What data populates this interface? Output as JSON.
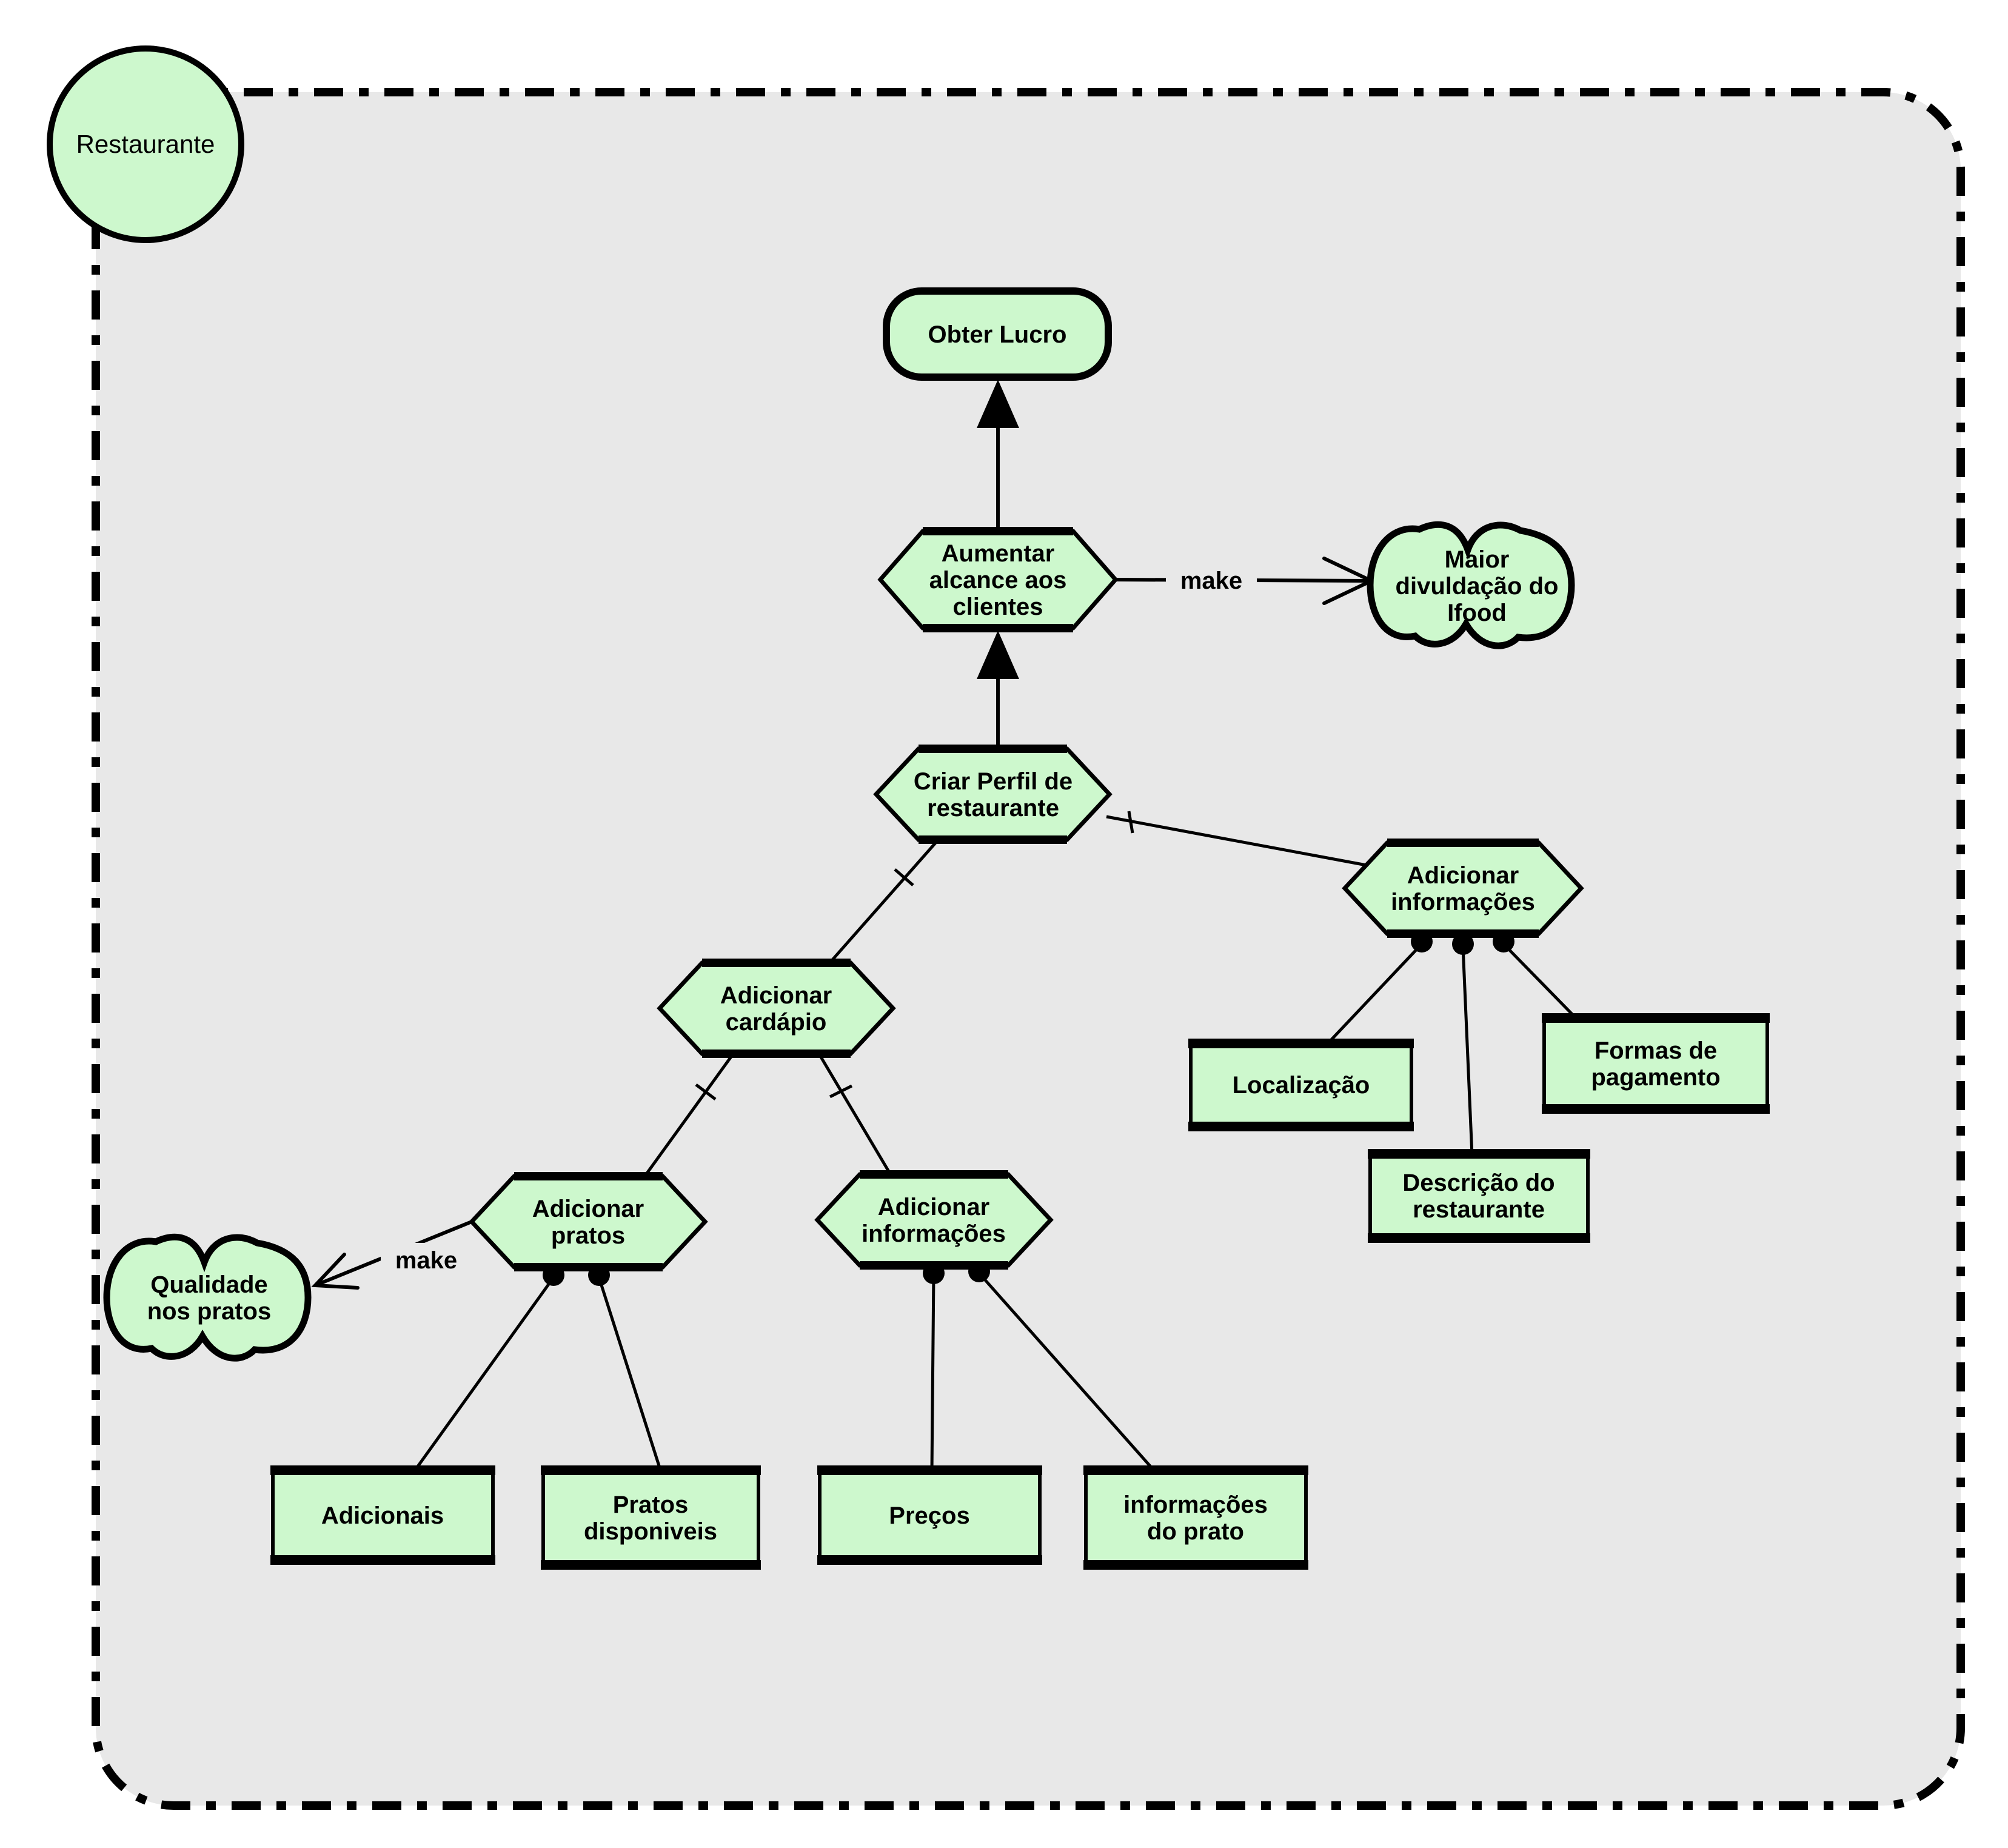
{
  "diagram": {
    "colors": {
      "node_fill": "#cdf8cd",
      "boundary_fill": "#e8e8e8",
      "line": "#000000"
    },
    "actor": {
      "label": "Restaurante"
    },
    "nodes": {
      "obter_lucro": {
        "label": "Obter Lucro"
      },
      "aumentar_alcance": {
        "line1": "Aumentar",
        "line2": "alcance aos",
        "line3": "clientes"
      },
      "maior_divulgacao": {
        "line1": "Maior",
        "line2": "divuldação do",
        "line3": "Ifood"
      },
      "criar_perfil": {
        "line1": "Criar Perfil de",
        "line2": "restaurante"
      },
      "adicionar_informacoes_perfil": {
        "line1": "Adicionar",
        "line2": "informações"
      },
      "localizacao": {
        "label": "Localização"
      },
      "formas_pagamento": {
        "line1": "Formas de",
        "line2": "pagamento"
      },
      "descricao_restaurante": {
        "line1": "Descrição do",
        "line2": "restaurante"
      },
      "adicionar_cardapio": {
        "line1": "Adicionar",
        "line2": "cardápio"
      },
      "adicionar_pratos": {
        "line1": "Adicionar",
        "line2": "pratos"
      },
      "adicionar_informacoes_cardapio": {
        "line1": "Adicionar",
        "line2": "informações"
      },
      "qualidade_pratos": {
        "line1": "Qualidade",
        "line2": "nos pratos"
      },
      "adicionais": {
        "label": "Adicionais"
      },
      "pratos_disponiveis": {
        "line1": "Pratos",
        "line2": "disponiveis"
      },
      "precos": {
        "label": "Preços"
      },
      "informacoes_prato": {
        "line1": "informações",
        "line2": "do prato"
      }
    },
    "edge_labels": {
      "make_top": "make",
      "make_left": "make"
    }
  }
}
